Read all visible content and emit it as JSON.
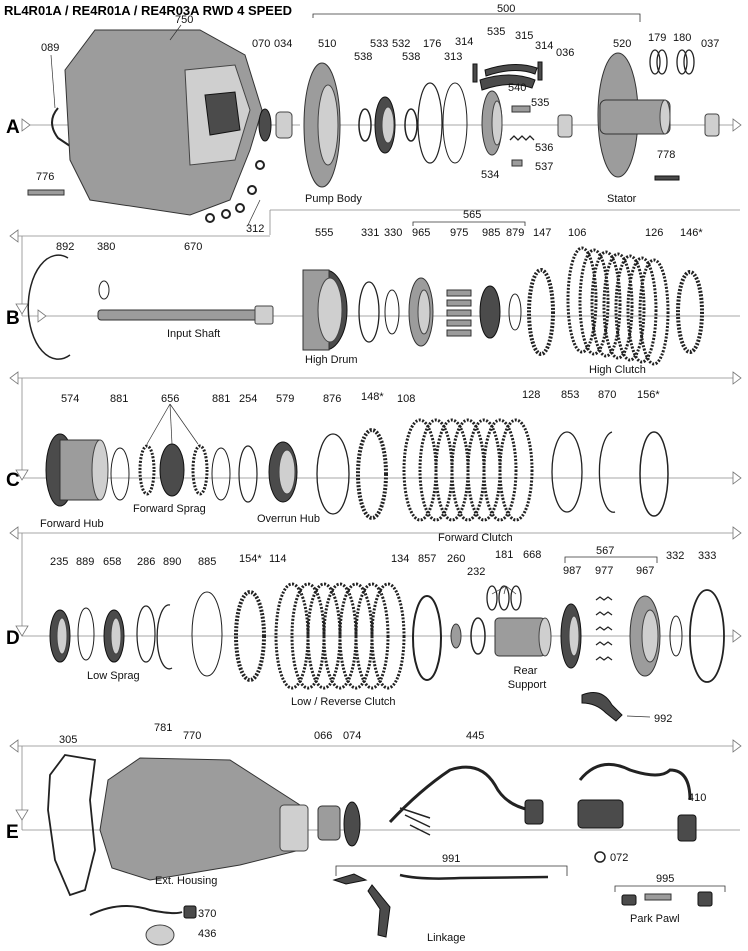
{
  "title": "RL4R01A / RE4R01A  / RE4R03A   RWD  4 SPEED",
  "rows": [
    "A",
    "B",
    "C",
    "D",
    "E"
  ],
  "part_numbers": {
    "a": [
      "089",
      "750",
      "070",
      "034",
      "500",
      "510",
      "538",
      "533",
      "532",
      "538",
      "176",
      "313",
      "314",
      "535",
      "315",
      "314",
      "036",
      "540",
      "535",
      "536",
      "537",
      "534",
      "520",
      "179",
      "180",
      "037",
      "778",
      "776",
      "312"
    ],
    "b": [
      "892",
      "380",
      "670",
      "555",
      "331",
      "330",
      "565",
      "965",
      "975",
      "985",
      "879",
      "147",
      "106",
      "126",
      "146*"
    ],
    "c": [
      "574",
      "881",
      "656",
      "881",
      "254",
      "579",
      "876",
      "148*",
      "108",
      "128",
      "853",
      "870",
      "156*"
    ],
    "d": [
      "235",
      "889",
      "658",
      "286",
      "890",
      "885",
      "154*",
      "114",
      "134",
      "857",
      "260",
      "232",
      "181",
      "668",
      "567",
      "987",
      "977",
      "967",
      "332",
      "333",
      "992"
    ],
    "e": [
      "305",
      "781",
      "770",
      "066",
      "074",
      "445",
      "410",
      "072",
      "991",
      "995",
      "370",
      "436"
    ]
  },
  "captions": {
    "pump_body": "Pump Body",
    "stator": "Stator",
    "input_shaft": "Input Shaft",
    "high_drum": "High Drum",
    "high_clutch": "High Clutch",
    "forward_hub": "Forward Hub",
    "forward_sprag": "Forward  Sprag",
    "overrun_hub": "Overrun Hub",
    "forward_clutch": "Forward  Clutch",
    "low_sprag": "Low  Sprag",
    "low_reverse_clutch": "Low / Reverse Clutch",
    "rear_support": "Rear\nSupport",
    "ext_housing": "Ext. Housing",
    "linkage": "Linkage",
    "park_pawl": "Park Pawl"
  },
  "colors": {
    "ink": "#111111",
    "guide": "#8a8a8a",
    "metal": "#9c9c9c",
    "dark_metal": "#4b4b4b"
  }
}
